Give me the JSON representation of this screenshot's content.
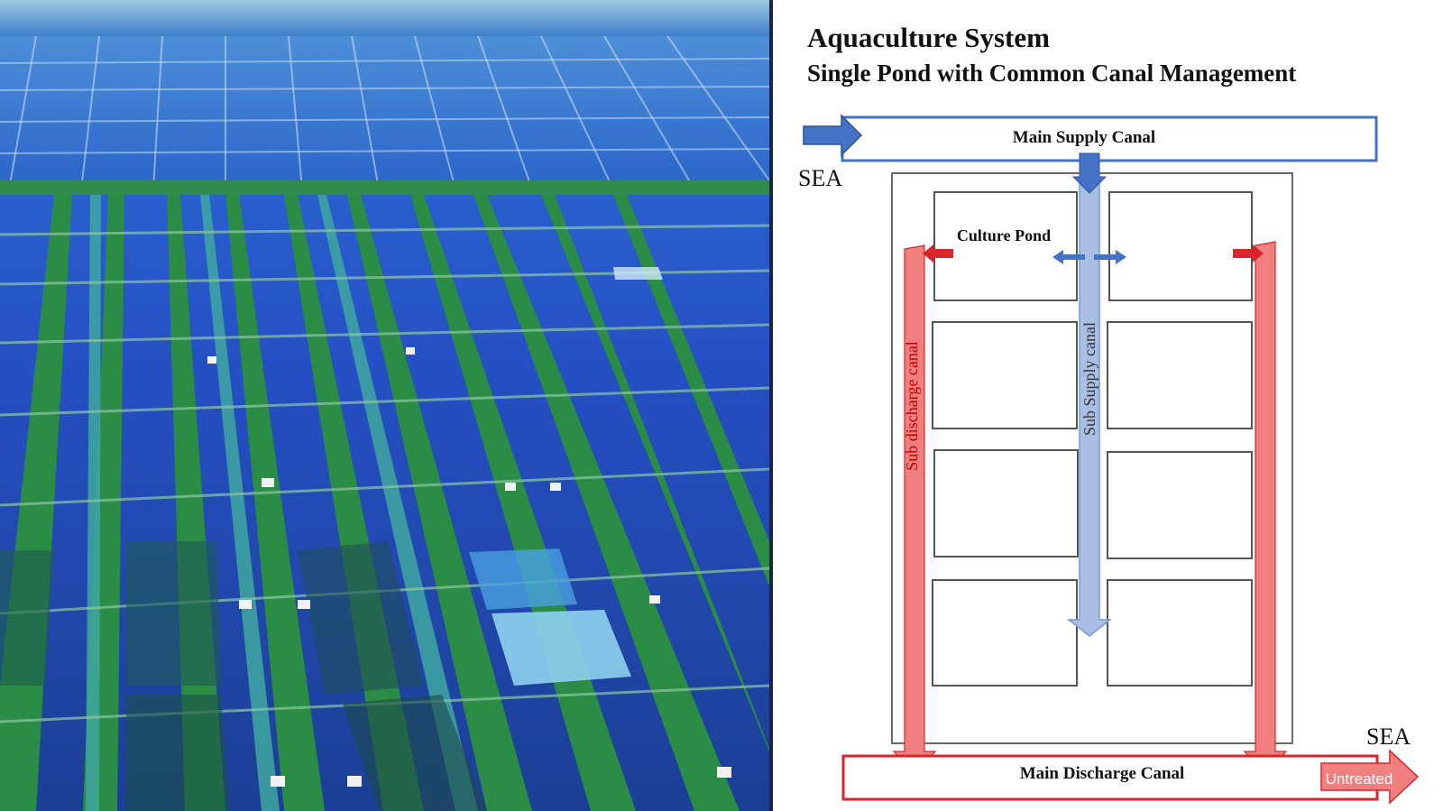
{
  "diagram": {
    "title": "Aquaculture System",
    "subtitle": "Single Pond with Common Canal Management",
    "labels": {
      "main_supply": "Main Supply Canal",
      "sea_top": "SEA",
      "culture_pond": "Culture Pond",
      "sub_discharge": "Sub discharge canal",
      "sub_supply": "Sub Supply canal",
      "sea_bottom": "SEA",
      "main_discharge": "Main Discharge Canal",
      "untreated": "Untreated"
    },
    "colors": {
      "supply_blue": "#4472c4",
      "sub_supply_blue": "#a9bee3",
      "discharge_red": "#d9252b",
      "discharge_pink": "#f08080",
      "pond_stroke": "#555555"
    }
  },
  "photo": {
    "description_icon": "aerial-aquaculture-photo"
  }
}
